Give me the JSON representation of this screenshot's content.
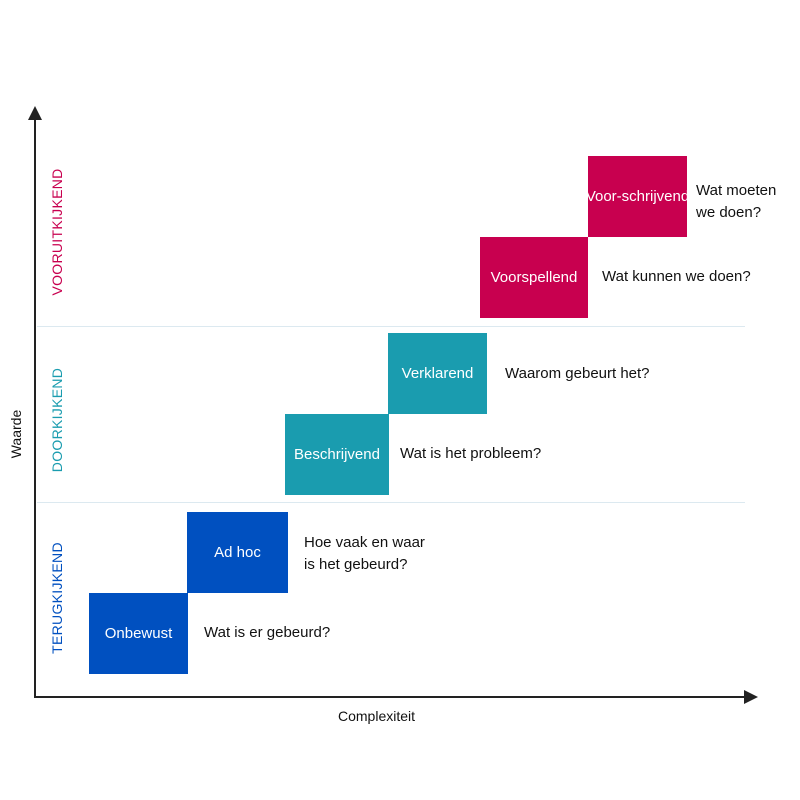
{
  "axes": {
    "x_label": "Complexiteit",
    "y_label": "Waarde"
  },
  "bands": [
    {
      "label": "VOORUITKIJKEND",
      "color": "#c8004f"
    },
    {
      "label": "DOORKIJKEND",
      "color": "#1a9caf"
    },
    {
      "label": "TERUGKIJKEND",
      "color": "#0050c0"
    }
  ],
  "steps": [
    {
      "label": "Onbewust",
      "question": "Wat is er gebeurd?",
      "color": "#0050c0"
    },
    {
      "label": "Ad hoc",
      "question": [
        "Hoe vaak en waar",
        "is het gebeurd?"
      ],
      "color": "#0050c0"
    },
    {
      "label": "Beschrijvend",
      "question": "Wat is het probleem?",
      "color": "#1a9caf"
    },
    {
      "label": "Verklarend",
      "question": "Waarom gebeurt het?",
      "color": "#1a9caf"
    },
    {
      "label": "Voorspellend",
      "question": "Wat kunnen we doen?",
      "color": "#c8004f"
    },
    {
      "label": [
        "Voor-",
        "schrijvend"
      ],
      "question": [
        "Wat moeten",
        "we doen?"
      ],
      "color": "#c8004f"
    }
  ]
}
